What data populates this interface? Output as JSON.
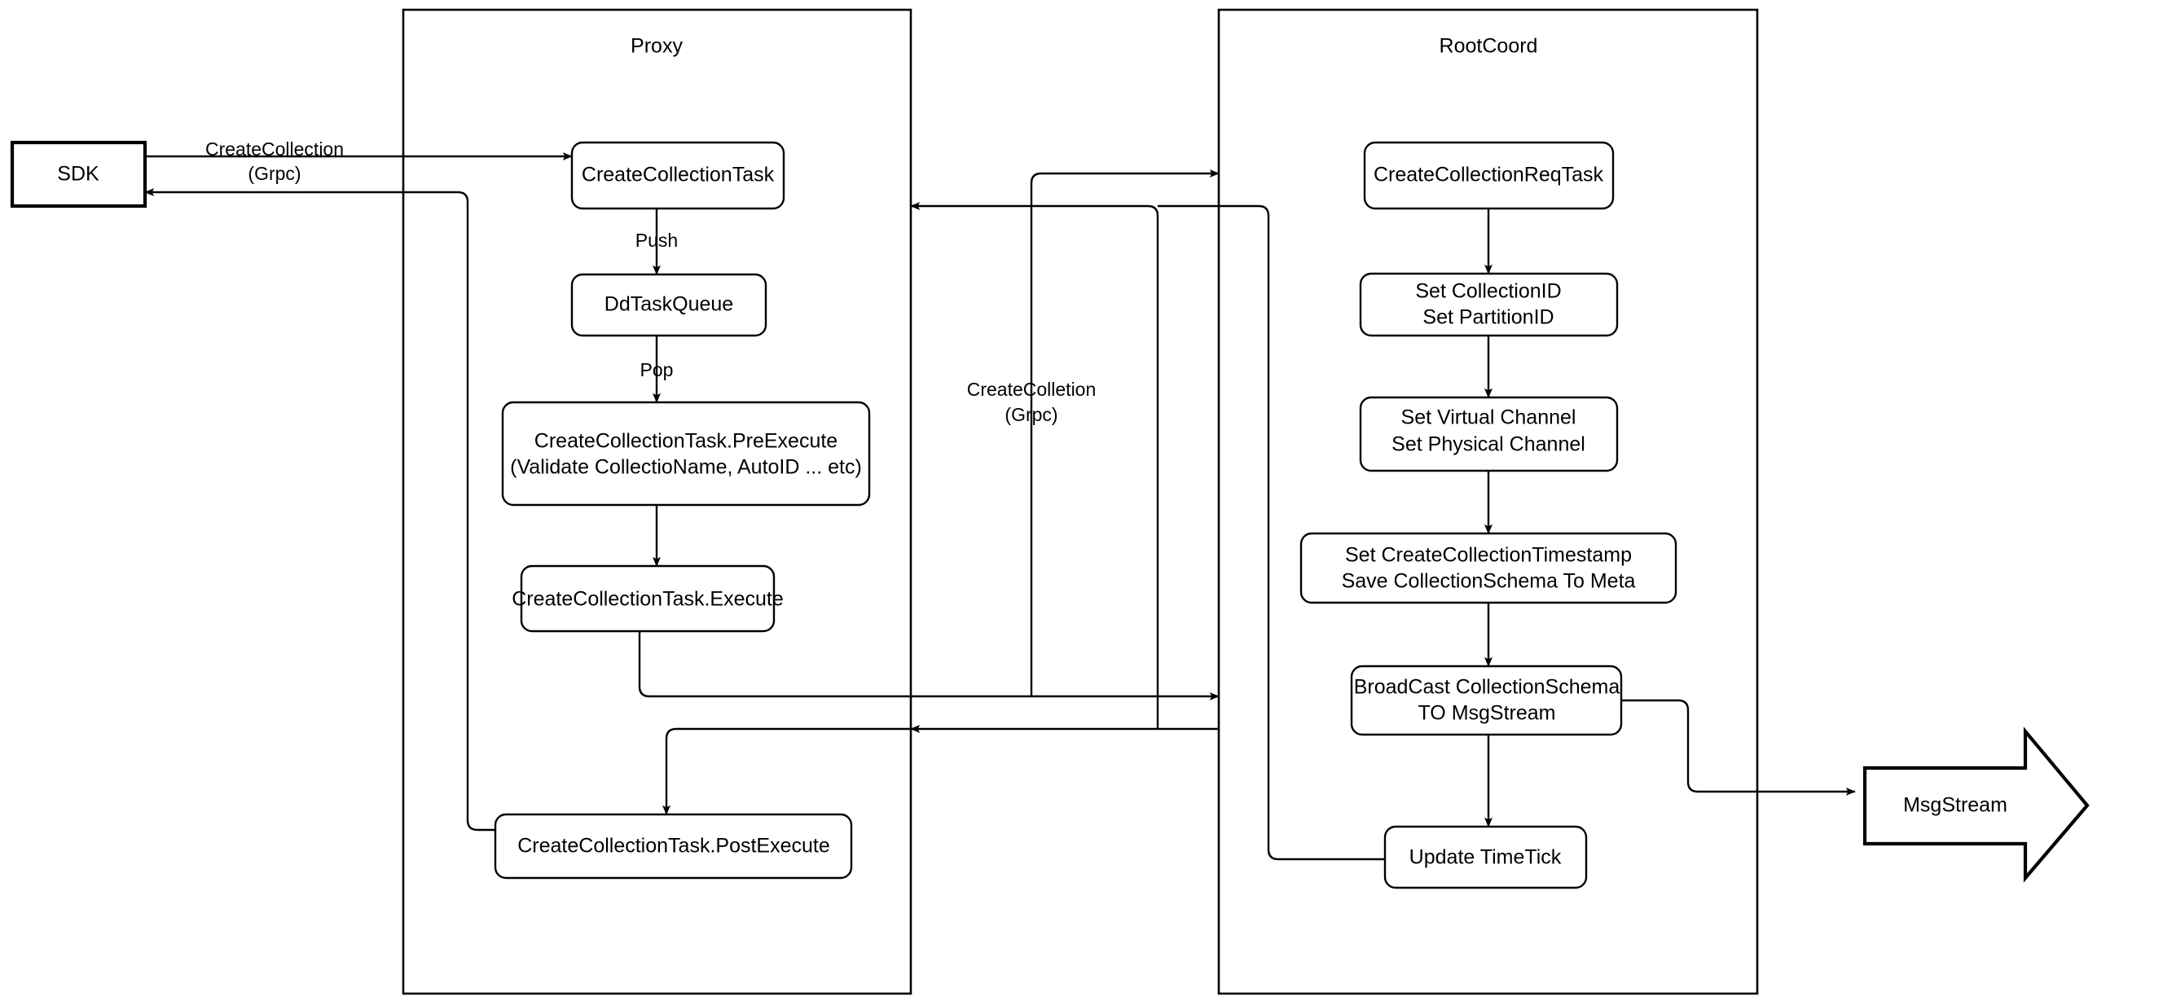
{
  "diagram": {
    "title": "Milvus CreateCollection flow",
    "colors": {
      "stroke": "#000000",
      "fill": "#ffffff"
    },
    "containers": [
      {
        "id": "proxy",
        "label": "Proxy"
      },
      {
        "id": "rootcoord",
        "label": "RootCoord"
      }
    ],
    "external_nodes": [
      {
        "id": "sdk",
        "label": "SDK",
        "shape": "rectangle"
      },
      {
        "id": "msgstream",
        "label": "MsgStream",
        "shape": "block-arrow"
      }
    ],
    "proxy_nodes": [
      {
        "id": "create-collection-task",
        "label": "CreateCollectionTask",
        "lines": [
          "CreateCollectionTask"
        ]
      },
      {
        "id": "dd-task-queue",
        "label": "DdTaskQueue",
        "lines": [
          "DdTaskQueue"
        ]
      },
      {
        "id": "pre-execute",
        "label": "CreateCollectionTask.PreExecute (Validate CollectioName, AutoID ... etc)",
        "lines": [
          "CreateCollectionTask.PreExecute",
          "(Validate CollectioName, AutoID ... etc)"
        ]
      },
      {
        "id": "execute",
        "label": "CreateCollectionTask.Execute",
        "lines": [
          "CreateCollectionTask.Execute"
        ]
      },
      {
        "id": "post-execute",
        "label": "CreateCollectionTask.PostExecute",
        "lines": [
          "CreateCollectionTask.PostExecute"
        ]
      }
    ],
    "rootcoord_nodes": [
      {
        "id": "create-collection-req-task",
        "label": "CreateCollectionReqTask",
        "lines": [
          "CreateCollectionReqTask"
        ]
      },
      {
        "id": "set-ids",
        "label": "Set CollectionID Set PartitionID",
        "lines": [
          "Set CollectionID",
          "Set PartitionID"
        ]
      },
      {
        "id": "set-channels",
        "label": "Set Virtual Channel Set Physical Channel",
        "lines": [
          "Set Virtual Channel",
          "Set Physical Channel"
        ]
      },
      {
        "id": "set-timestamp",
        "label": "Set CreateCollectionTimestamp Save CollectionSchema To Meta",
        "lines": [
          "Set CreateCollectionTimestamp",
          "Save CollectionSchema To Meta"
        ]
      },
      {
        "id": "broadcast",
        "label": "BroadCast CollectionSchema TO MsgStream",
        "lines": [
          "BroadCast CollectionSchema",
          "TO MsgStream"
        ]
      },
      {
        "id": "update-timetick",
        "label": "Update TimeTick",
        "lines": [
          "Update TimeTick"
        ]
      }
    ],
    "edge_labels": [
      {
        "id": "sdk-to-proxy",
        "lines": [
          "CreateCollection",
          "(Grpc)"
        ]
      },
      {
        "id": "push",
        "lines": [
          "Push"
        ]
      },
      {
        "id": "pop",
        "lines": [
          "Pop"
        ]
      },
      {
        "id": "proxy-to-rootcoord",
        "lines": [
          "CreateColletion",
          "(Grpc)"
        ]
      }
    ]
  }
}
